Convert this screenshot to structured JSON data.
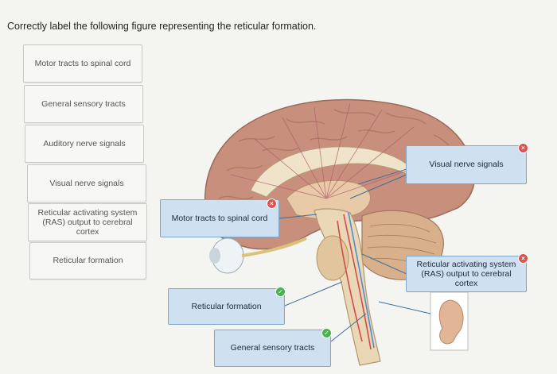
{
  "question": "Correctly label the following figure representing the reticular formation.",
  "word_bank": [
    "Motor tracts to spinal cord",
    "General sensory tracts",
    "Auditory nerve signals",
    "Visual nerve signals",
    "Reticular activating system (RAS) output to cerebral cortex",
    "Reticular formation"
  ],
  "placed_labels": {
    "visual": "Visual nerve signals",
    "motor": "Motor tracts to spinal cord",
    "ras": "Reticular activating system (RAS) output to cerebral cortex",
    "reticular": "Reticular formation",
    "sensory": "General sensory tracts"
  },
  "colors": {
    "placed_fill": "#cfe1f1",
    "placed_border": "#7fa6c9",
    "incorrect_badge": "#d9534f",
    "correct_badge": "#4caf50"
  }
}
